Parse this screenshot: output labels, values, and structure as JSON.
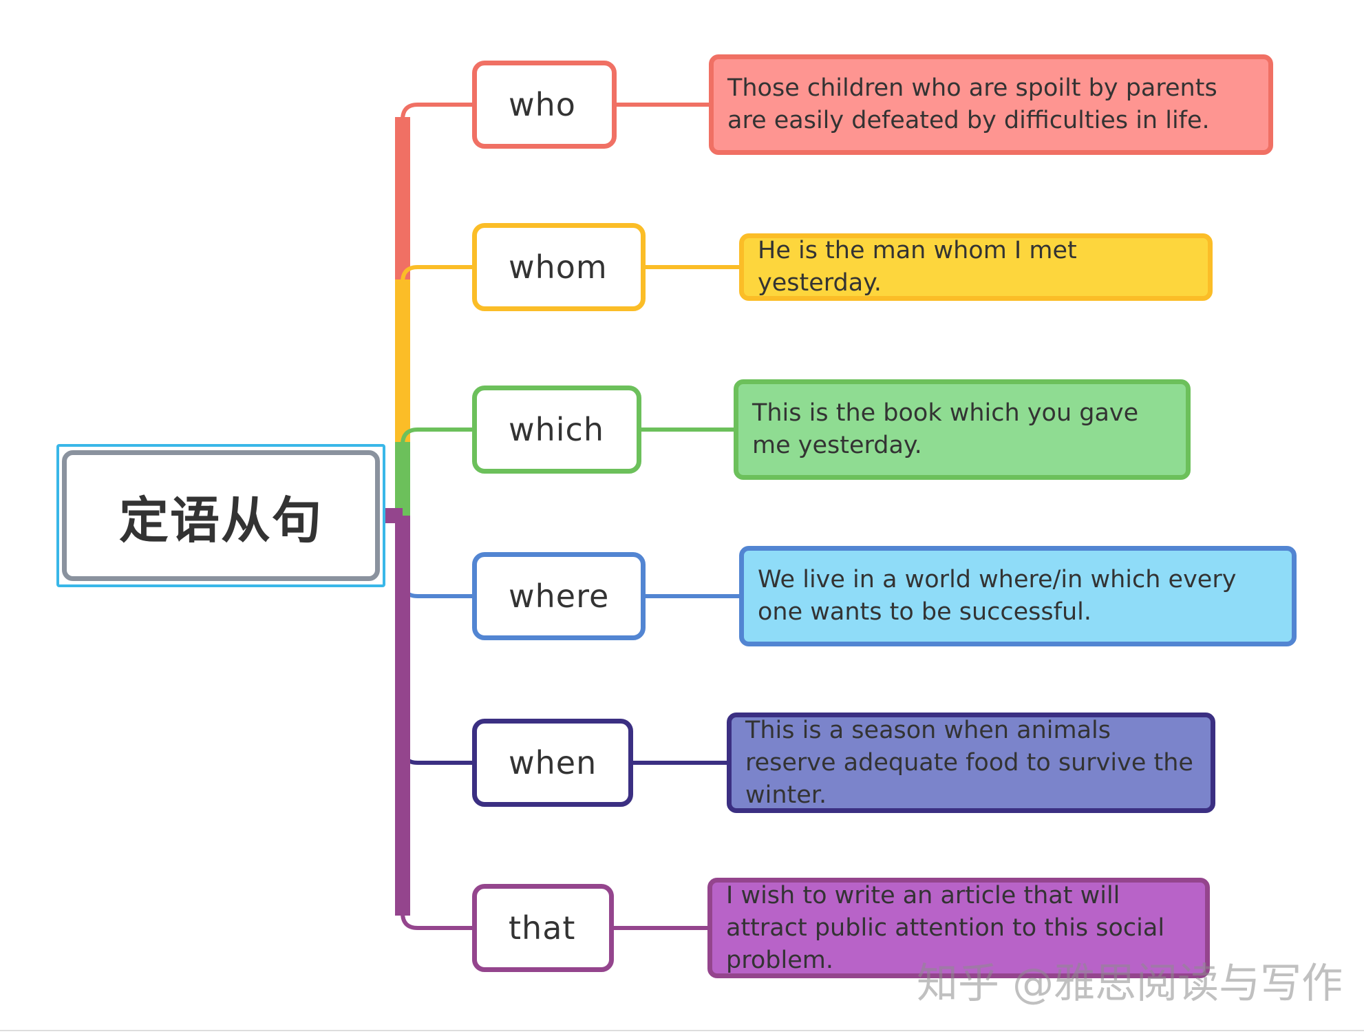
{
  "root": {
    "label": "定语从句",
    "color": "#8a929e",
    "frame_color": "#39b7e8"
  },
  "branches": [
    {
      "pronoun": "who",
      "sentence": "Those children who are spoilt by parents are easily defeated by difficulties in life.",
      "border": "#f07064",
      "fill": "#fe9591",
      "line": "#f07064"
    },
    {
      "pronoun": "whom",
      "sentence": "He is the man whom I met yesterday.",
      "border": "#fbbd27",
      "fill": "#fdd63d",
      "line": "#fbbd27"
    },
    {
      "pronoun": "which",
      "sentence": "This is the book which you gave me yesterday.",
      "border": "#6cc05b",
      "fill": "#8fdc92",
      "line": "#6cc05b"
    },
    {
      "pronoun": "where",
      "sentence": "We live in a world where/in which every one wants to be successful.",
      "border": "#5285d2",
      "fill": "#8fdcf8",
      "line": "#5285d2"
    },
    {
      "pronoun": "when",
      "sentence": "This is a season when animals reserve adequate food to survive the winter.",
      "border": "#3b2f82",
      "fill": "#7b84cb",
      "line": "#3b2f82"
    },
    {
      "pronoun": "that",
      "sentence": "I wish to write an article that will attract public attention to this social problem.",
      "border": "#94458d",
      "fill": "#b863c8",
      "line": "#94458d"
    }
  ],
  "watermark": "知乎 @雅思阅读与写作"
}
